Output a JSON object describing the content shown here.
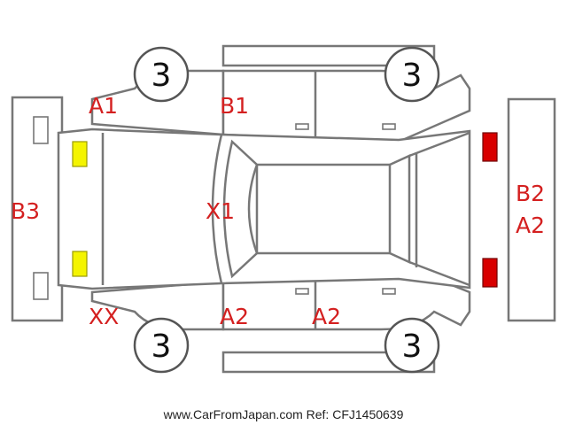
{
  "diagram": {
    "title": "",
    "tire_counts": {
      "front_left": "3",
      "rear_left": "3",
      "front_right": "3",
      "rear_right": "3"
    },
    "damage_labels": {
      "front_left_fender": "A1",
      "front_left_door": "B1",
      "rear_bumper": "B3",
      "front_right_fender": "XX",
      "front_right_door": "A2",
      "rear_right_door": "A2",
      "hood": "X1",
      "front_bumper_line1": "B2",
      "front_bumper_line2": "A2"
    },
    "colors": {
      "label": "#d42020",
      "outline": "#777777",
      "rear_lamps": "#f4f400",
      "front_lamps": "#d80000"
    }
  },
  "footer": {
    "watermark": "www.CarFromJapan.com Ref: CFJ1450639"
  }
}
